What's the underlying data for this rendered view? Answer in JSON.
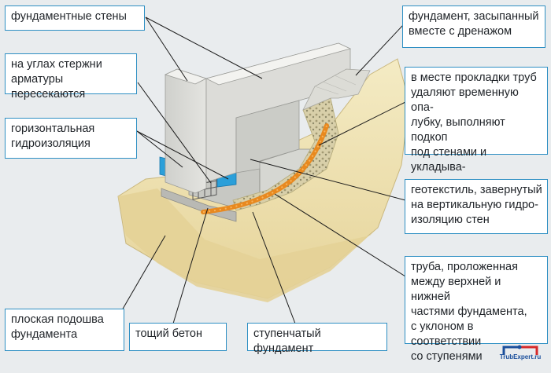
{
  "callouts": {
    "foundation_walls": "фундаментные стены",
    "rebar_corners": "на углах стержни\nарматуры пересекаются",
    "horizontal_waterproofing": "горизонтальная\nгидроизоляция",
    "flat_footing": "плоская подошва\nфундамента",
    "lean_concrete": "тощий бетон",
    "stepped_foundation": "ступенчатый фундамент",
    "backfill_drainage": "фундамент, засыпанный\nвместе с дренажом",
    "formwork_removal": "в месте прокладки труб\nудаляют временную опа-\nлубку, выполняют подкоп\nпод стенами и укладыва-\nют геотекстиль и щебень",
    "geotextile": "геотекстиль, завернутый\nна вертикальную гидро-\nизоляцию стен",
    "pipe": "труба, проложенная\nмежду верхней и нижней\nчастями фундамента,\nс уклоном в соответствии\nсо ступенями"
  },
  "watermark": "TrubExpert.ru",
  "colors": {
    "callout_border": "#2e8fc3",
    "leader_line": "#1a1a1a",
    "soil": "#efe2b0",
    "concrete": "#d8d9d6",
    "waterproofing": "#2b9fd9",
    "pipe": "#e8891f"
  }
}
